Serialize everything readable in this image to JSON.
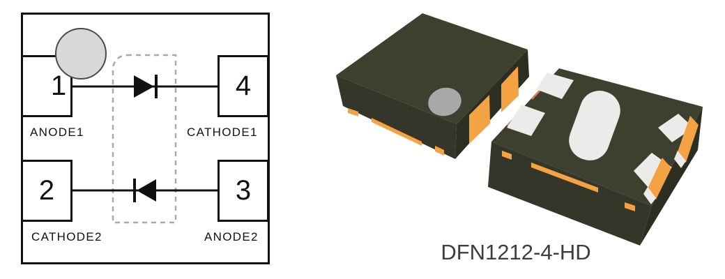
{
  "figure": {
    "pinout": {
      "pins": [
        {
          "number": "1",
          "label": "ANODE1"
        },
        {
          "number": "2",
          "label": "CATHODE2"
        },
        {
          "number": "3",
          "label": "ANODE2"
        },
        {
          "number": "4",
          "label": "CATHODE1"
        }
      ],
      "colors": {
        "line": "#111111",
        "pin1_marker_fill": "#d8d8d8",
        "pin1_marker_stroke": "#4a4a4a",
        "internal_outline": "#a9a9a9"
      }
    },
    "package_view": {
      "caption": "DFN1212-4-HD",
      "caption_color": "#3d3d3d",
      "colors": {
        "body_top": "#3e402f",
        "body_side": "#343629",
        "body_side_dark": "#2c2e22",
        "pad_orange": "#f5a243",
        "pad_silver": "#ebebe9",
        "pin1_dot": "#a8a8a8",
        "solder_fringe": "#d97c52"
      }
    }
  }
}
